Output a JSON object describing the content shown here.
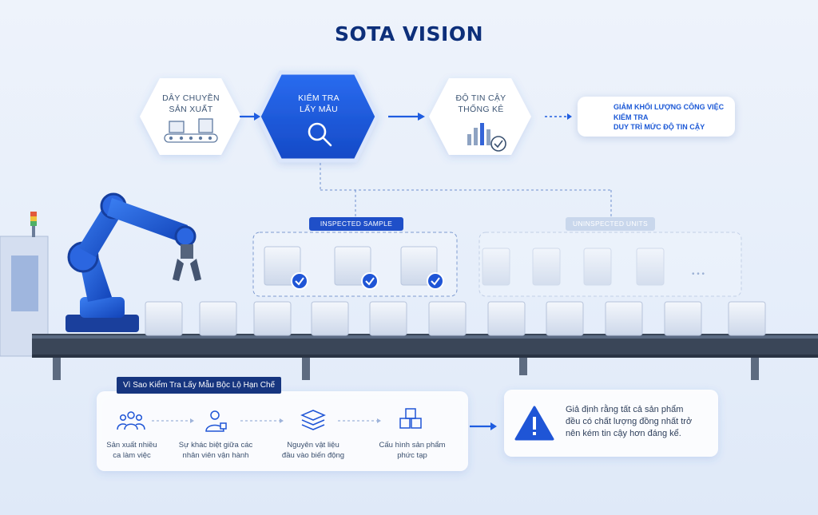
{
  "brand": {
    "logo": "SOTA VISION",
    "primary_color": "#1b58d6",
    "dark_color": "#0d2f7a"
  },
  "flow": {
    "step1": {
      "line1": "DÂY CHUYỀN",
      "line2": "SẢN XUẤT",
      "icon": "conveyor-boxes-icon"
    },
    "step2": {
      "line1": "KIỂM TRA",
      "line2": "LẤY MẪU",
      "icon": "magnifier-icon"
    },
    "step3": {
      "line1": "ĐỘ TIN CẬY",
      "line2": "THỐNG KÊ",
      "icon": "bar-chart-check-icon"
    },
    "benefit": {
      "icon": "shield-check-icon",
      "line1": "GIẢM KHỐI LƯỢNG CÔNG VIỆC",
      "line2": "KIỂM TRA",
      "line3": "DUY TRÌ MỨC ĐỘ TIN CẬY"
    }
  },
  "groups": {
    "inspected_label": "INSPECTED SAMPLE",
    "uninspected_label": "UNINSPECTED UNITS",
    "ellipsis": "• • •"
  },
  "reasons": {
    "title": "Vì Sao Kiểm Tra Lấy Mẫu Bộc Lộ Hạn Chế",
    "items": [
      {
        "icon": "people-icon",
        "line1": "Sản xuất nhiều",
        "line2": "ca làm việc"
      },
      {
        "icon": "worker-icon",
        "line1": "Sự khác biệt giữa các",
        "line2": "nhân viên vận hành"
      },
      {
        "icon": "layers-icon",
        "line1": "Nguyên vật liệu",
        "line2": "đầu vào biến động"
      },
      {
        "icon": "cubes-icon",
        "line1": "Cấu hình sản phẩm",
        "line2": "phức tạp"
      }
    ]
  },
  "warning": {
    "icon": "warning-triangle-icon",
    "line1": "Giả định rằng tất cả sản phẩm",
    "line2": "đều có chất lượng đồng nhất trở",
    "line3": "nên kém tin cậy hơn đáng kể."
  }
}
